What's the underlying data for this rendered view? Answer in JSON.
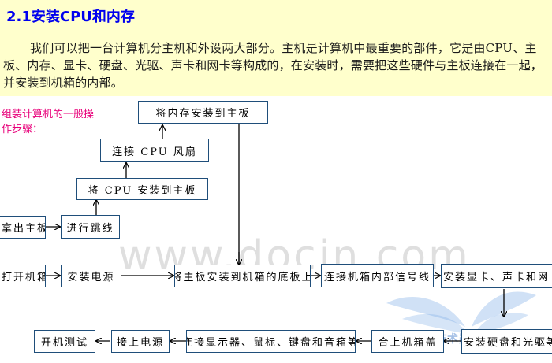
{
  "section": {
    "title": "2.1安装CPU和内存",
    "intro": "我们可以把一台计算机分主机和外设两大部分。主机是计算机中最重要的部件，它是由CPU、主板、内存、显卡、硬盘、光驱、声卡和网卡等构成的，在安装时，需要把这些硬件与主板连接在一起，并安装到机箱的内部。"
  },
  "flowchart": {
    "side_note": "组装计算机的一般操作步骤：",
    "steps": {
      "take_out_board": "拿出主板",
      "set_jumpers": "进行跳线",
      "install_cpu": "将 CPU 安装到主板",
      "connect_fan": "连接 CPU 风扇",
      "install_memory": "将内存安装到主板",
      "open_case": "打开机箱",
      "install_psu": "安装电源",
      "mount_board": "将主板安装到机箱的底板上",
      "connect_signal": "连接机箱内部信号线",
      "install_cards": "安装显卡、声卡和网卡",
      "install_drives": "安装硬盘和光驱等",
      "close_case": "合上机箱盖",
      "connect_peripherals": "连接显示器、鼠标、键盘和音箱等",
      "connect_power": "接上电源",
      "power_test": "开机测试"
    }
  },
  "watermarks": {
    "site": "www.docin.com",
    "logo_text": "技术员联盟"
  },
  "colors": {
    "banner_bg": "#ffffcc",
    "heading": "#0000ee",
    "side_note": "#e8007a",
    "box_border": "#1f4e7a",
    "arrow": "#000000"
  }
}
